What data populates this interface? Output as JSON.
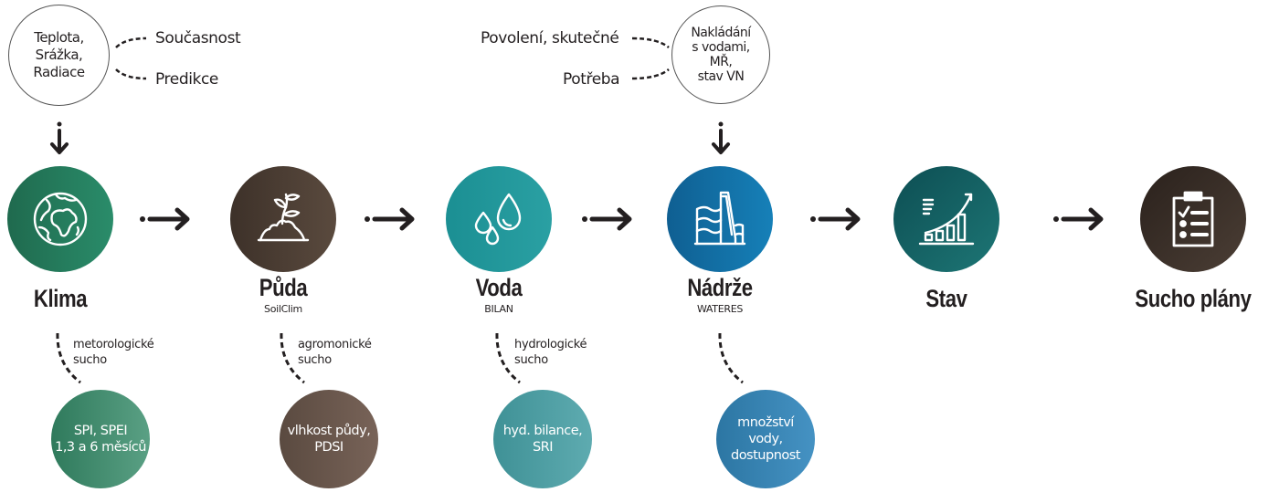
{
  "inputs": {
    "climate": {
      "circle_lines": [
        "Teplota,",
        "Srážka,",
        "Radiace"
      ],
      "labels": [
        "Současnost",
        "Predikce"
      ]
    },
    "water_use": {
      "circle_lines": [
        "Nakládání",
        "s vodami,",
        "MŘ,",
        "stav VN"
      ],
      "labels": [
        "Povolení, skutečné",
        "Potřeba"
      ]
    }
  },
  "flow": [
    {
      "title": "Klima",
      "subtitle": "",
      "icon": "globe-icon",
      "color_from": "#1f6a4e",
      "color_to": "#2a8c6a"
    },
    {
      "title": "Půda",
      "subtitle": "SoilClim",
      "icon": "plant-soil-icon",
      "color_from": "#3d3129",
      "color_to": "#5a4a3e"
    },
    {
      "title": "Voda",
      "subtitle": "BILAN",
      "icon": "water-drops-icon",
      "color_from": "#1b8f93",
      "color_to": "#2aa0a3"
    },
    {
      "title": "Nádrže",
      "subtitle": "WATERES",
      "icon": "dam-icon",
      "color_from": "#0f5f92",
      "color_to": "#1680b8"
    },
    {
      "title": "Stav",
      "subtitle": "",
      "icon": "growth-chart-icon",
      "color_from": "#0d4e53",
      "color_to": "#1d7675"
    },
    {
      "title": "Sucho plány",
      "subtitle": "",
      "icon": "clipboard-checklist-icon",
      "color_from": "#2a211c",
      "color_to": "#4b3e35"
    }
  ],
  "droughts": [
    {
      "label_lines": [
        "metorologické",
        "sucho"
      ],
      "indicator_lines": [
        "SPI, SPEI",
        "1,3 a 6 měsíců"
      ],
      "color_from": "#2f7a5c",
      "color_to": "#5aa084"
    },
    {
      "label_lines": [
        "agromonické",
        "sucho"
      ],
      "indicator_lines": [
        "vlhkost půdy,",
        "PDSI"
      ],
      "color_from": "#5a4a40",
      "color_to": "#786358"
    },
    {
      "label_lines": [
        "hydrologické",
        "sucho"
      ],
      "indicator_lines": [
        "hyd. bilance,",
        "SRI"
      ],
      "color_from": "#3f9196",
      "color_to": "#5eabb0"
    },
    {
      "label_lines": [],
      "indicator_lines": [
        "množství",
        "vody,",
        "dostupnost"
      ],
      "color_from": "#2c76a3",
      "color_to": "#4592c3"
    }
  ]
}
